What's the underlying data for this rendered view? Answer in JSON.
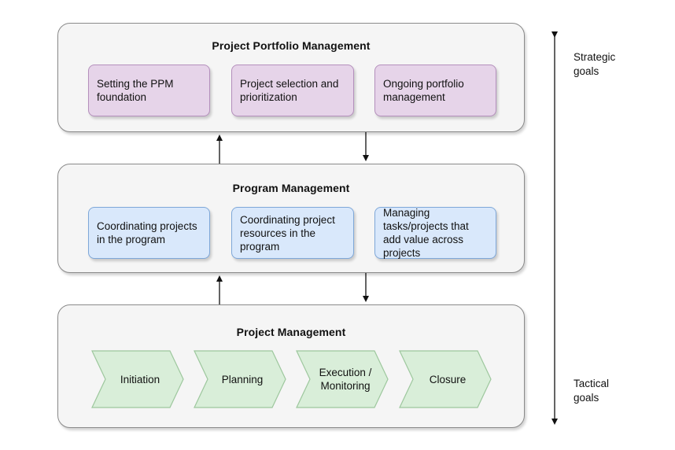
{
  "layers": [
    {
      "title": "Project Portfolio Management",
      "items": [
        "Setting the PPM foundation",
        "Project selection and prioritization",
        "Ongoing portfolio management"
      ]
    },
    {
      "title": "Program Management",
      "items": [
        "Coordinating projects in the program",
        "Coordinating project resources in the program",
        "Managing tasks/projects that add value across projects"
      ]
    },
    {
      "title": "Project Management",
      "phases": [
        "Initiation",
        "Planning",
        "Execution / Monitoring",
        "Closure"
      ]
    }
  ],
  "axis": {
    "top_label": "Strategic goals",
    "bottom_label": "Tactical goals"
  },
  "colors": {
    "portfolio_card_fill": "#e6d4e9",
    "program_card_fill": "#d9e8fb",
    "phase_fill": "#d9eed9",
    "layer_fill": "#f5f5f5"
  }
}
